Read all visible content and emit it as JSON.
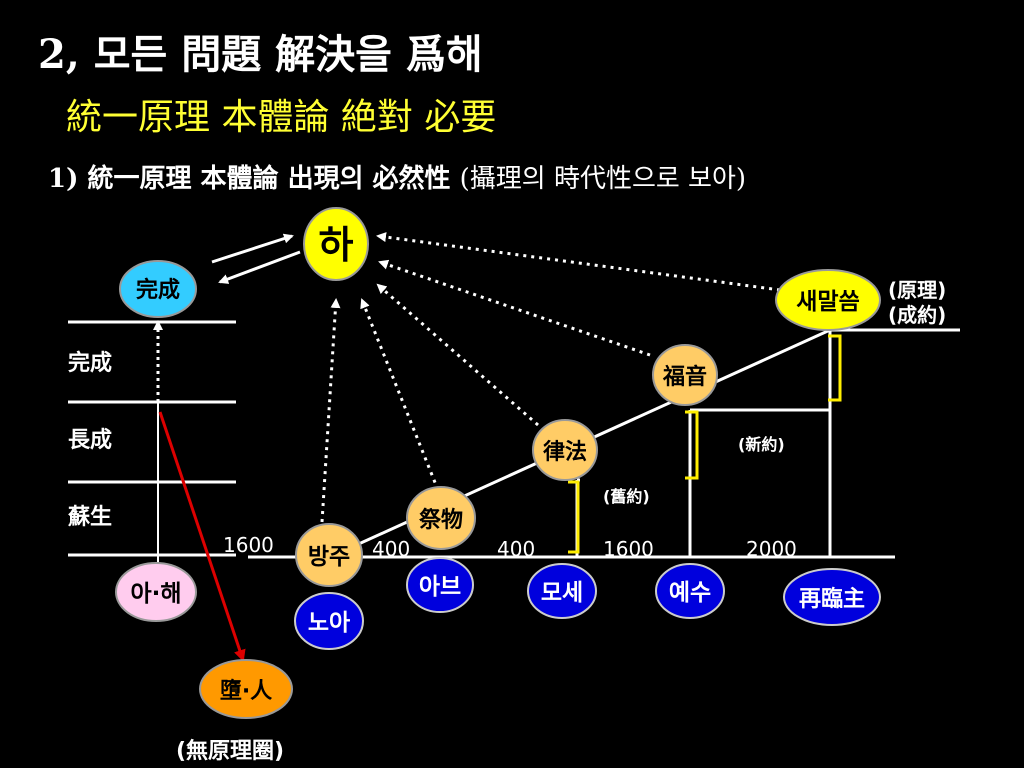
{
  "title": {
    "prefix": "2,",
    "main": "모든 問題 解決을 爲해"
  },
  "subtitle": "統一原理 本體論 絶對 必要",
  "heading": {
    "number": "1)",
    "bold": "統一原理 本體論 出現의 必然性",
    "paren": "(攝理의 時代性으로 보아)"
  },
  "nodes": {
    "god": "하",
    "completion_top": "完成",
    "new_word": "새말씀",
    "gospel": "福音",
    "law": "律法",
    "offering": "祭物",
    "ark": "방주",
    "adam_eve": "아·해",
    "noah": "노아",
    "abraham": "아브",
    "moses": "모세",
    "jesus": "예수",
    "second_advent": "再臨主",
    "fallen_man": "墮·人"
  },
  "labels": {
    "stage_completion": "完成",
    "stage_growth": "長成",
    "stage_formation": "蘇生",
    "principle": "(原理)",
    "completed_testament": "(成約)",
    "new_testament": "(新約)",
    "old_testament": "(舊約)",
    "no_principle": "(無原理圈)"
  },
  "timeline": [
    "1600",
    "400",
    "400",
    "1600",
    "2000"
  ],
  "colors": {
    "background": "#000000",
    "yellow_node": "#ffff00",
    "cyan_node": "#33ccff",
    "orange_node": "#ffcc66",
    "pink_node": "#ffccee",
    "blue_node": "#0000dd",
    "fallen_node": "#ff9900",
    "bracket": "#ffee00",
    "red_arrow": "#dd0000",
    "subtitle": "#ffff33"
  }
}
